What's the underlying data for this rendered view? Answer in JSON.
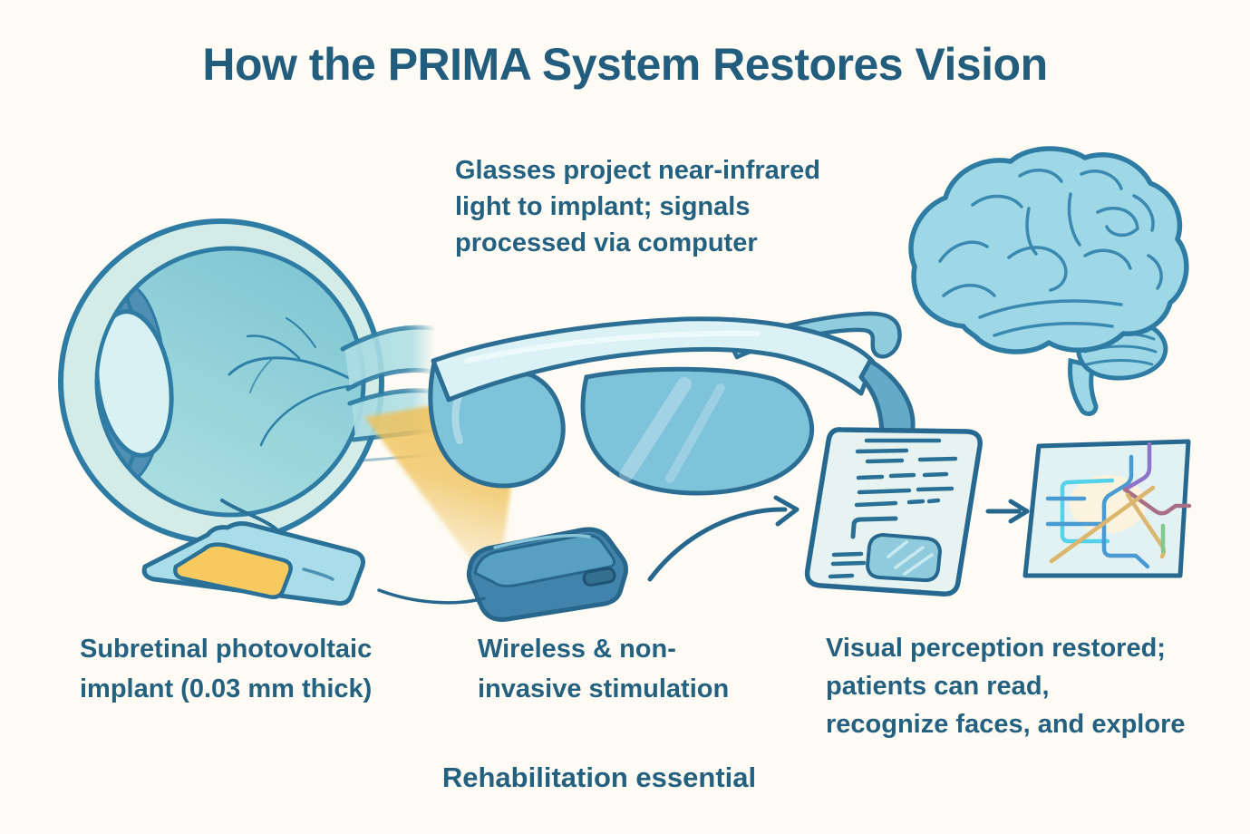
{
  "title": "How the PRIMA System Restores Vision",
  "captions": {
    "glasses_note": {
      "lines": [
        "Glasses project near-infrared",
        "light to implant; signals",
        "processed via computer"
      ]
    },
    "implant": {
      "lines": [
        "Subretinal photovoltaic",
        "implant (0.03 mm thick)"
      ]
    },
    "stimulation": {
      "lines": [
        "Wireless & non-",
        "invasive stimulation"
      ]
    },
    "outcome": {
      "lines": [
        "Visual perception restored;",
        "patients can read,",
        "recognize faces, and explore"
      ]
    },
    "footer": "Rehabilitation essential"
  },
  "colors": {
    "background": "#fdfbf4",
    "text": "#24607f",
    "outline_blue": "#2d6f94",
    "light_blue": "#bfe7ea",
    "lens_blue": "#7fc3da",
    "device_blue": "#4d95ba",
    "implant_yellow": "#f7ca60",
    "beam_yellow": "#efc159"
  },
  "illustrations": {
    "eye": "eye-cross-section",
    "light_beam": "near-infrared-beam",
    "glasses": "prima-glasses",
    "brain": "brain",
    "implant_chip": "subretinal-implant-chip",
    "processor": "wireless-processor",
    "reading_page": "reading-document",
    "map": "navigation-map",
    "flow_arrows": [
      "device-to-document-arrow",
      "document-to-map-arrow"
    ]
  }
}
